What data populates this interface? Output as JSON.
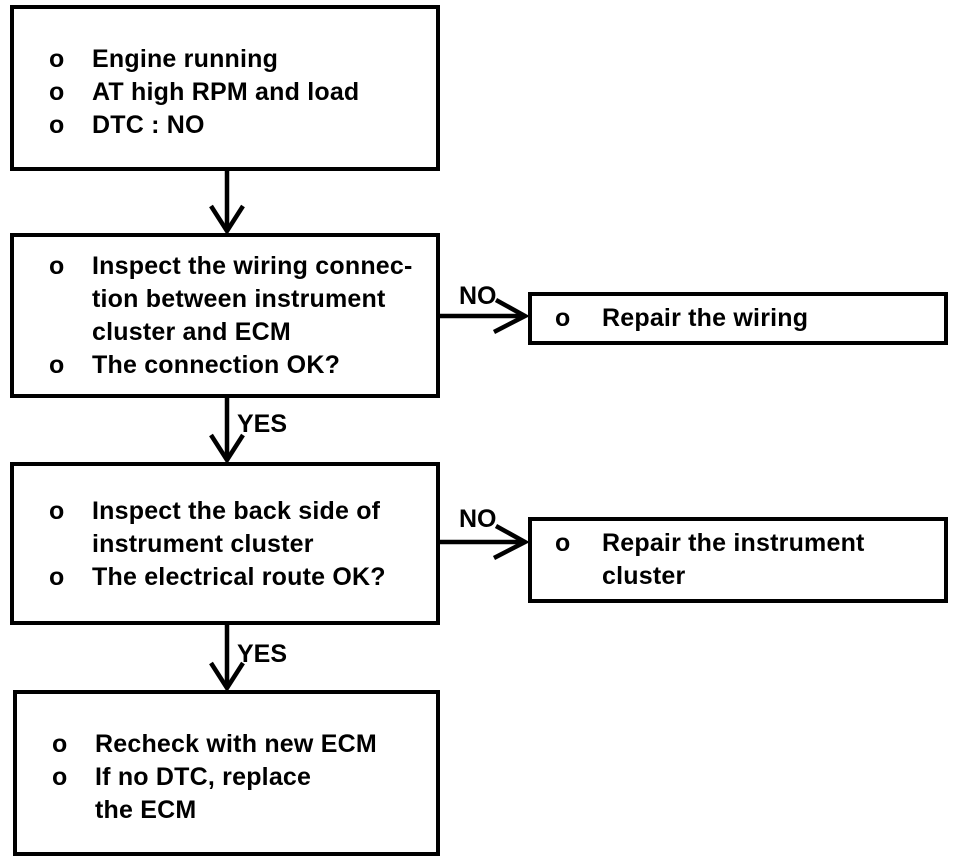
{
  "boxes": {
    "start": {
      "items": [
        {
          "bullet": "o",
          "text": "Engine running"
        },
        {
          "bullet": "o",
          "text": "AT high RPM and load"
        },
        {
          "bullet": "o",
          "text": "DTC : NO"
        }
      ]
    },
    "check_wiring": {
      "items": [
        {
          "bullet": "o",
          "text": "Inspect the wiring connec-\ntion between instrument\ncluster and ECM"
        },
        {
          "bullet": "o",
          "text": "The connection OK?"
        }
      ]
    },
    "repair_wiring": {
      "items": [
        {
          "bullet": "o",
          "text": "Repair the wiring"
        }
      ]
    },
    "check_cluster": {
      "items": [
        {
          "bullet": "o",
          "text": "Inspect the back side of\ninstrument cluster"
        },
        {
          "bullet": "o",
          "text": "The electrical route OK?"
        }
      ]
    },
    "repair_cluster": {
      "items": [
        {
          "bullet": "o",
          "text": "Repair the instrument\ncluster"
        }
      ]
    },
    "recheck_ecm": {
      "items": [
        {
          "bullet": "o",
          "text": "Recheck with new ECM"
        },
        {
          "bullet": "o",
          "text": "If no DTC, replace\nthe ECM"
        }
      ]
    }
  },
  "labels": {
    "yes_1": "YES",
    "yes_2": "YES",
    "no_1": "NO",
    "no_2": "NO"
  },
  "colors": {
    "ink": "#000000",
    "background": "#ffffff"
  }
}
